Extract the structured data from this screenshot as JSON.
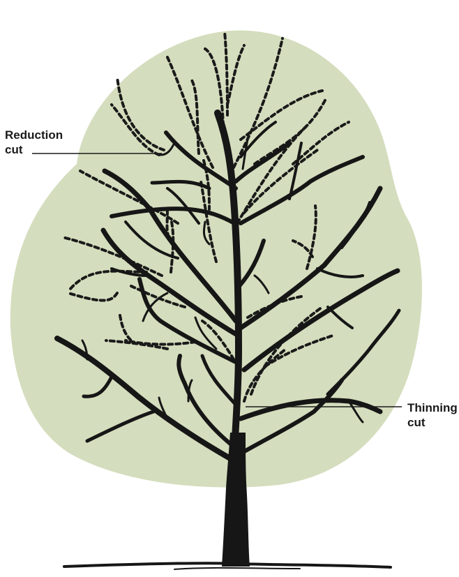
{
  "canopy_color": "#d4ddbd",
  "branch_color": "#161616",
  "annotations": {
    "reduction": {
      "line1": "Reduction",
      "line2": "cut"
    },
    "thinning": {
      "line1": "Thinning",
      "line2": "cut"
    }
  }
}
